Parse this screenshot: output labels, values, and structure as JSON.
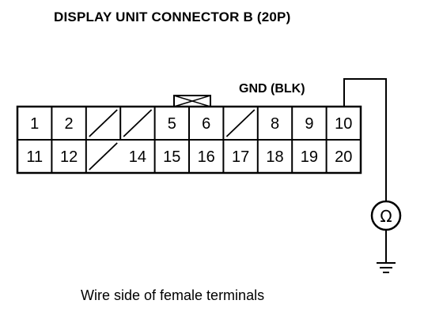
{
  "diagram": {
    "title": "DISPLAY UNIT CONNECTOR B (20P)",
    "wire_label": "GND (BLK)",
    "caption": "Wire side of female terminals",
    "meter_symbol": "Ω",
    "meter_icon": "ohmmeter-icon",
    "ground_icon": "ground-icon",
    "probe_pin": "10",
    "rows": [
      [
        "1",
        "2",
        "",
        "",
        "5",
        "6",
        "",
        "8",
        "9",
        "10"
      ],
      [
        "11",
        "12",
        "",
        "14",
        "15",
        "16",
        "17",
        "18",
        "19",
        "20"
      ]
    ],
    "empty_cavities": [
      [
        0,
        2
      ],
      [
        0,
        3
      ],
      [
        0,
        6
      ],
      [
        1,
        2
      ]
    ]
  }
}
